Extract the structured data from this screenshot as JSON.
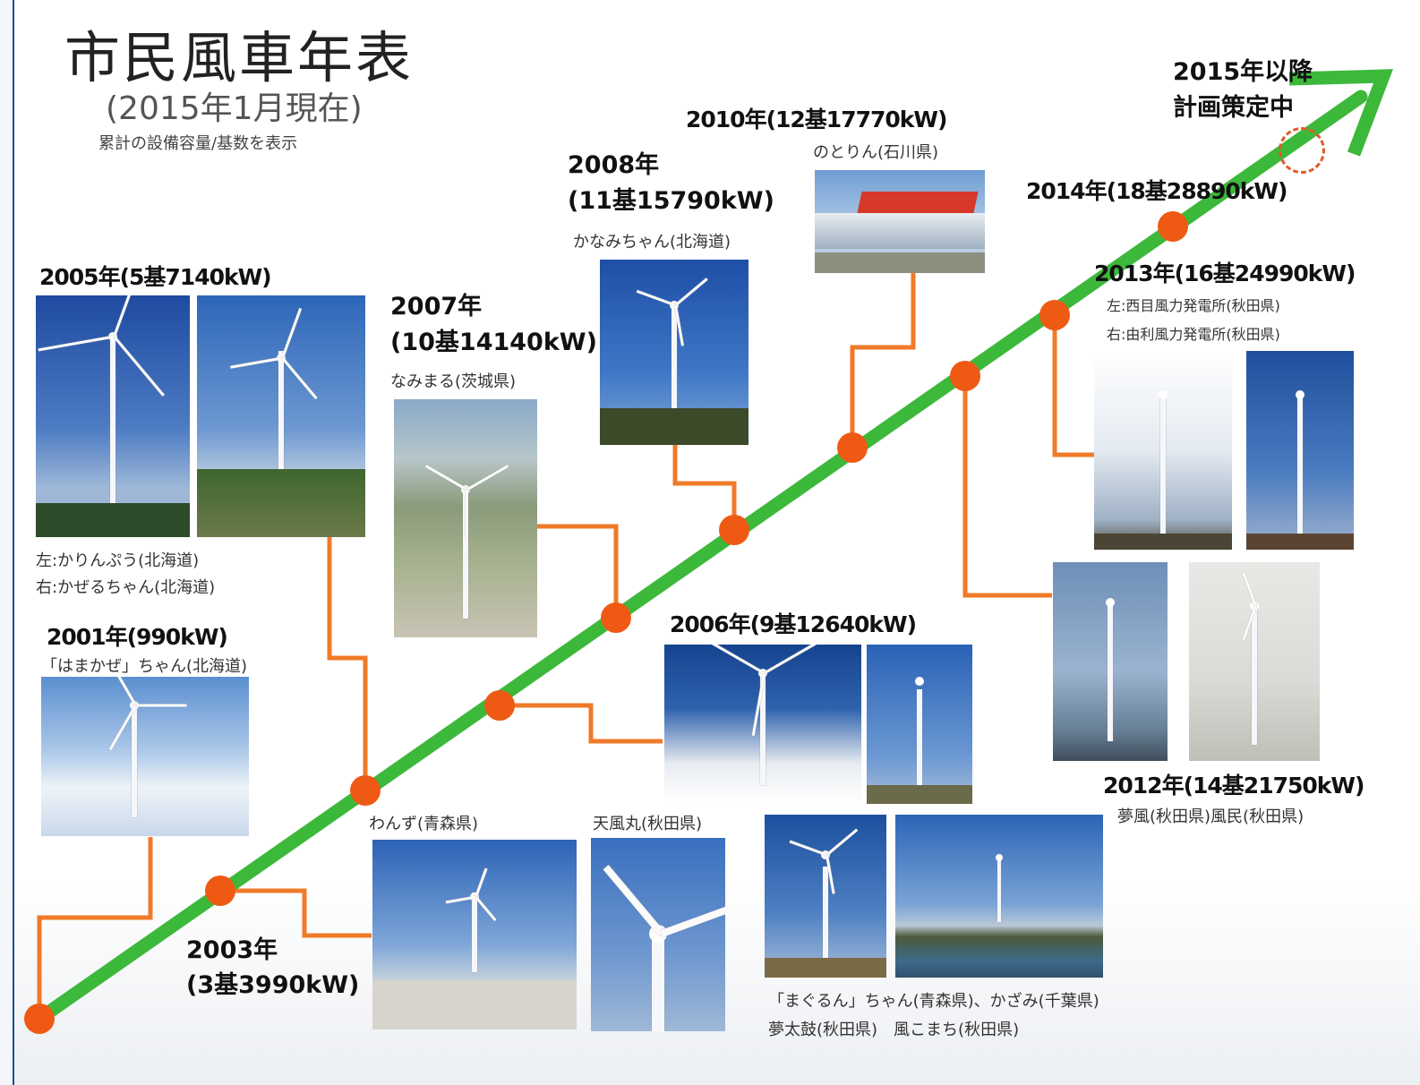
{
  "title": "市民風車年表",
  "subtitle": "(2015年1月現在)",
  "note": "累計の設備容量/基数を表示",
  "colors": {
    "timeline": "#3cb83a",
    "connector": "#f07a28",
    "node": "#ee5a14"
  },
  "milestones": {
    "y2001": {
      "label": "2001年(990kW)",
      "names": "「はまかぜ」ちゃん(北海道)"
    },
    "y2003": {
      "label1": "2003年",
      "label2": "(3基3990kW)"
    },
    "y2005": {
      "label": "2005年(5基7140kW)",
      "names1": "左:かりんぷう(北海道)",
      "names2": "右:かぜるちゃん(北海道)"
    },
    "y2006": {
      "label": "2006年(9基12640kW)",
      "names_left": "わんず(青森県)",
      "names_right": "天風丸(秋田県)",
      "names_bottom1": "「まぐるん」ちゃん(青森県)、かざみ(千葉県)",
      "names_bottom2": "夢太鼓(秋田県)　風こまち(秋田県)"
    },
    "y2007": {
      "label1": "2007年",
      "label2": "(10基14140kW)",
      "names": "なみまる(茨城県)"
    },
    "y2008": {
      "label1": "2008年",
      "label2": "(11基15790kW)",
      "names": "かなみちゃん(北海道)"
    },
    "y2010": {
      "label": "2010年(12基17770kW)",
      "names": "のとりん(石川県)"
    },
    "y2012": {
      "label": "2012年(14基21750kW)",
      "names": "夢風(秋田県)風民(秋田県)"
    },
    "y2013": {
      "label": "2013年(16基24990kW)",
      "names1": "左:西目風力発電所(秋田県)",
      "names2": "右:由利風力発電所(秋田県)"
    },
    "y2014": {
      "label": "2014年(18基28890kW)"
    },
    "y2015": {
      "label1": "2015年以降",
      "label2": "計画策定中"
    }
  }
}
